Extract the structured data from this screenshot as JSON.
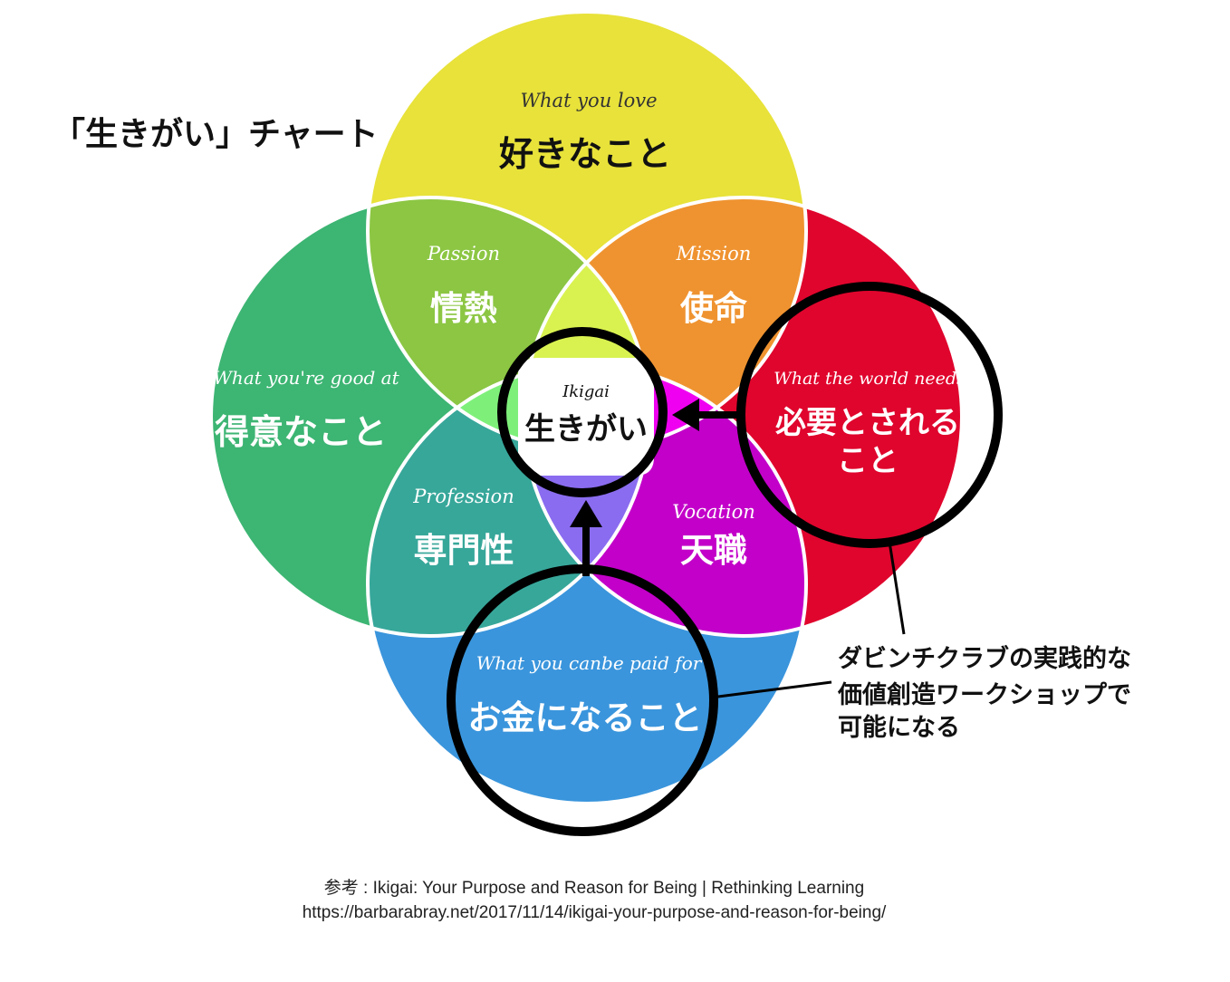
{
  "title": "「生きがい」チャート",
  "colors": {
    "love": "#e8e23a",
    "good_at": "#3db573",
    "world_needs": "#e0052d",
    "paid_for": "#3a95dc",
    "passion": "#8cc643",
    "mission": "#ef9330",
    "profession": "#37a79a",
    "vocation": "#c300c9",
    "ikigai": "#ffffff",
    "highlight_ring": "#000000"
  },
  "circles": {
    "love": {
      "en": "What you love",
      "ja": "好きなこと"
    },
    "good_at": {
      "en": "What you're good at",
      "ja": "得意なこと"
    },
    "world_needs": {
      "en": "What the world needs",
      "ja1": "必要とされる",
      "ja2": "こと"
    },
    "paid_for": {
      "en": "What you canbe paid for",
      "ja": "お金になること"
    }
  },
  "overlaps": {
    "passion": {
      "en": "Passion",
      "ja": "情熱"
    },
    "mission": {
      "en": "Mission",
      "ja": "使命"
    },
    "profession": {
      "en": "Profession",
      "ja": "専門性"
    },
    "vocation": {
      "en": "Vocation",
      "ja": "天職"
    },
    "ikigai": {
      "en": "Ikigai",
      "ja": "生きがい"
    }
  },
  "callout": {
    "line1": "ダビンチクラブの実践的な",
    "line2": "価値創造ワークショップで",
    "line3": "可能になる"
  },
  "footer": {
    "line1": "参考 : Ikigai: Your Purpose and Reason for Being | Rethinking Learning",
    "line2": "https://barbarabray.net/2017/11/14/ikigai-your-purpose-and-reason-for-being/"
  }
}
